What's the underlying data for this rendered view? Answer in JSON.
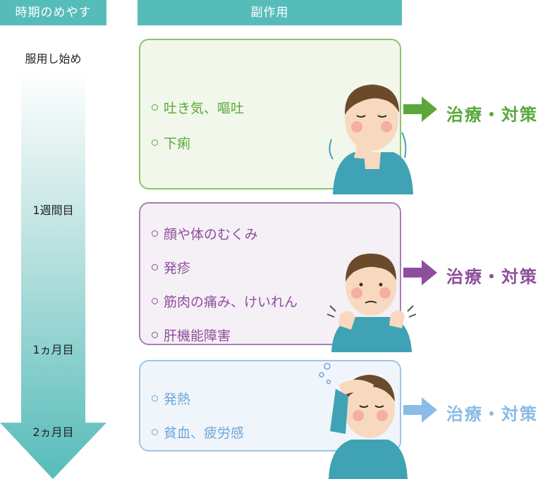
{
  "headers": {
    "timing": "時期のめやす",
    "side_effects": "副作用"
  },
  "timeline": {
    "start": "服用し始め",
    "week1": "1週間目",
    "month1": "1ヵ月目",
    "month2": "2ヵ月目"
  },
  "groups": [
    {
      "items": [
        "吐き気、嘔吐",
        "下痢"
      ],
      "treatment": "治療・対策",
      "color": "#5aa83c"
    },
    {
      "items": [
        "顔や体のむくみ",
        "発疹",
        "筋肉の痛み、けいれん",
        "肝機能障害"
      ],
      "treatment": "治療・対策",
      "color": "#8d4f9b"
    },
    {
      "items": [
        "発熱",
        "貧血、疲労感"
      ],
      "treatment": "治療・対策",
      "color": "#8bbbe6"
    }
  ]
}
